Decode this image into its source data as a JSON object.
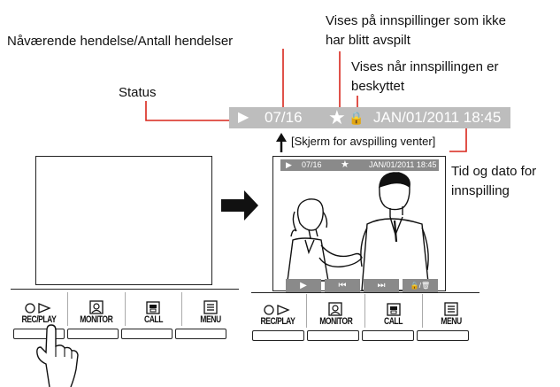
{
  "callouts": {
    "current_event": "Nåværende hendelse/Antall hendelser",
    "unplayed_line1": "Vises på innspillinger som ikke",
    "unplayed_line2": "har blitt avspilt",
    "protected_line1": "Vises når innspillingen er",
    "protected_line2": "beskyttet",
    "status": "Status",
    "datetime_line1": "Tid og dato for",
    "datetime_line2": "innspilling",
    "playback_wait": "[Skjerm for avspilling venter]"
  },
  "status_bar": {
    "play_glyph": "▶",
    "event_count": "07/16",
    "star_glyph": "★",
    "lock_glyph": "🔒",
    "datetime": "JAN/01/2011 18:45"
  },
  "mini_status": {
    "play_glyph": "▶",
    "event_count": "07/16",
    "star_glyph": "★",
    "datetime": "JAN/01/2011 18:45"
  },
  "playback_controls": [
    "▶",
    "⏮",
    "⏭",
    "🔒/🗑"
  ],
  "buttons": [
    {
      "label": "REC/PLAY",
      "icon": "rec-play-icon"
    },
    {
      "label": "MONITOR",
      "icon": "monitor-icon"
    },
    {
      "label": "CALL",
      "icon": "call-icon"
    },
    {
      "label": "MENU",
      "icon": "menu-icon"
    }
  ],
  "colors": {
    "status_bar": "#bdbdbd",
    "mini_bar": "#8a8a8a",
    "callout_line": "#d9261c"
  }
}
